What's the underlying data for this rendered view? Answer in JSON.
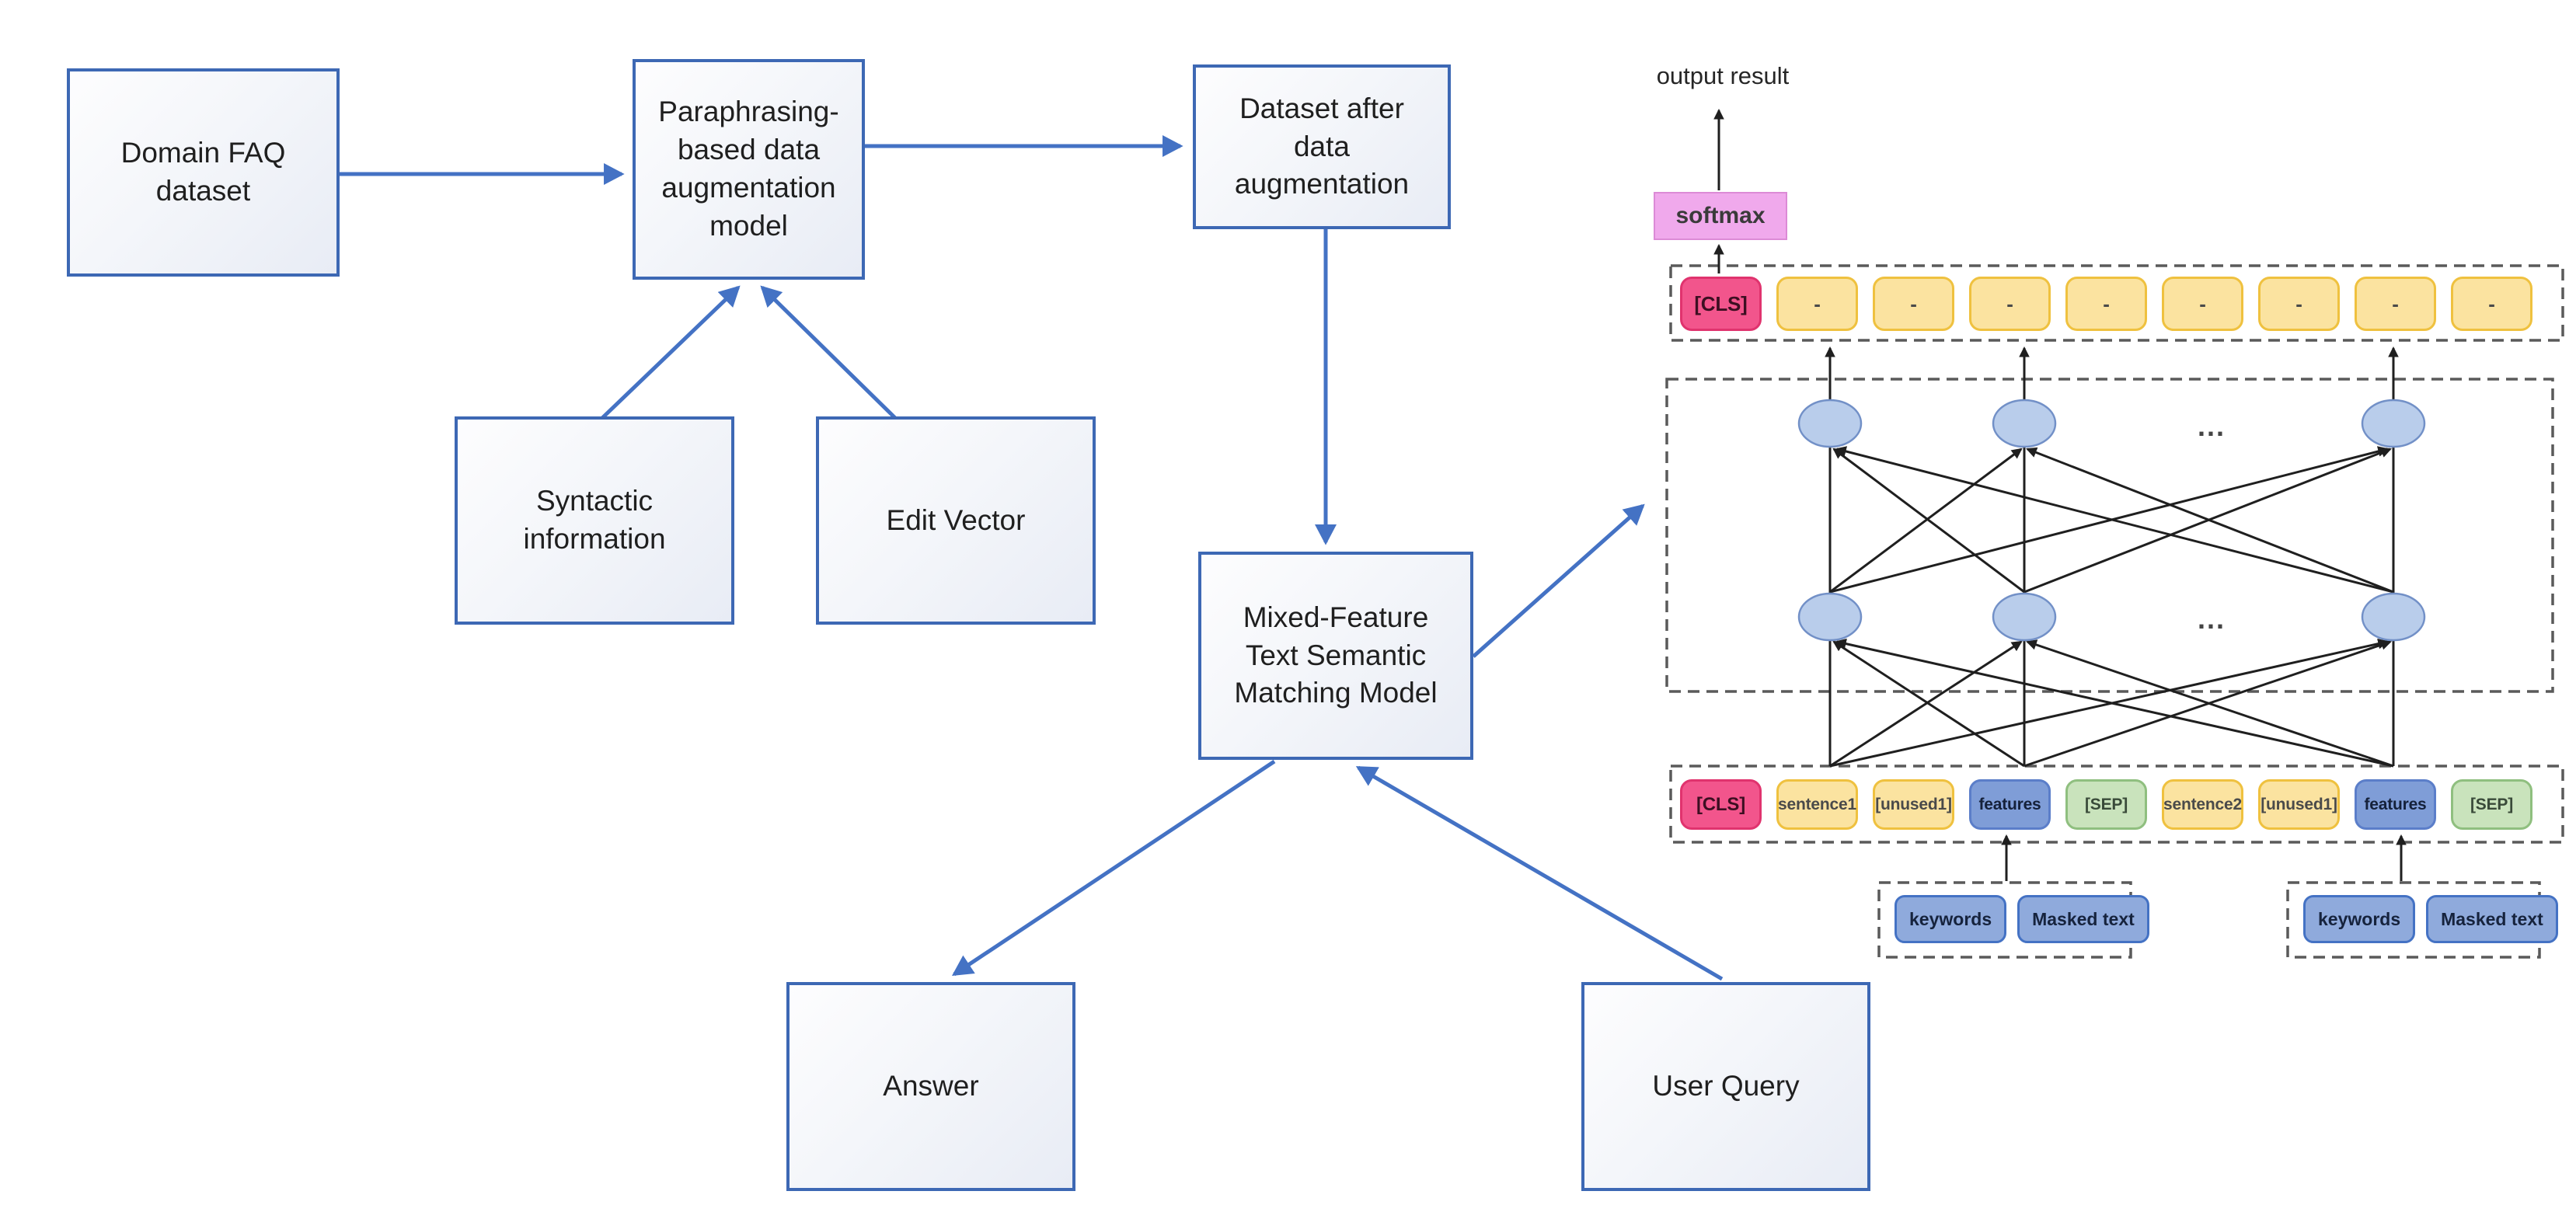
{
  "diagram": {
    "boxes": {
      "domain_faq": "Domain FAQ\ndataset",
      "paraphrasing": "Paraphrasing-\nbased data\naugmentation\nmodel",
      "dataset_after": "Dataset after\ndata\naugmentation",
      "syntactic": "Syntactic\ninformation",
      "edit_vector": "Edit Vector",
      "mixed_feature": "Mixed-Feature\nText Semantic\nMatching Model",
      "answer": "Answer",
      "user_query": "User Query"
    },
    "network": {
      "output_label": "output result",
      "softmax_label": "softmax",
      "ellipsis": "...",
      "output_tokens": [
        {
          "text": "[CLS]",
          "type": "pink"
        },
        {
          "text": "-",
          "type": "yellow"
        },
        {
          "text": "-",
          "type": "yellow"
        },
        {
          "text": "-",
          "type": "yellow"
        },
        {
          "text": "-",
          "type": "yellow"
        },
        {
          "text": "-",
          "type": "yellow"
        },
        {
          "text": "-",
          "type": "yellow"
        },
        {
          "text": "-",
          "type": "yellow"
        },
        {
          "text": "-",
          "type": "yellow"
        }
      ],
      "input_tokens": [
        {
          "text": "[CLS]",
          "type": "pink"
        },
        {
          "text": "sentence1",
          "type": "yellow"
        },
        {
          "text": "[unused1]",
          "type": "yellow"
        },
        {
          "text": "features",
          "type": "blue"
        },
        {
          "text": "[SEP]",
          "type": "green"
        },
        {
          "text": "sentence2",
          "type": "yellow"
        },
        {
          "text": "[unused1]",
          "type": "yellow"
        },
        {
          "text": "features",
          "type": "blue"
        },
        {
          "text": "[SEP]",
          "type": "green"
        }
      ],
      "keyword_groups": [
        {
          "items": [
            "keywords",
            "Masked text"
          ]
        },
        {
          "items": [
            "keywords",
            "Masked text"
          ]
        }
      ]
    },
    "colors": {
      "accent_blue": "#4472C4",
      "box_border": "#3D68B4",
      "token_pink": "#F2558C",
      "token_yellow": "#FBE3A0",
      "token_blue": "#7F9DD7",
      "token_green": "#C9E3BC",
      "keyword_fill": "#8FAADC",
      "softmax_fill": "#F0A9EC",
      "node_fill": "#B9CDEB",
      "dashed_border": "#5A5A5A"
    }
  }
}
